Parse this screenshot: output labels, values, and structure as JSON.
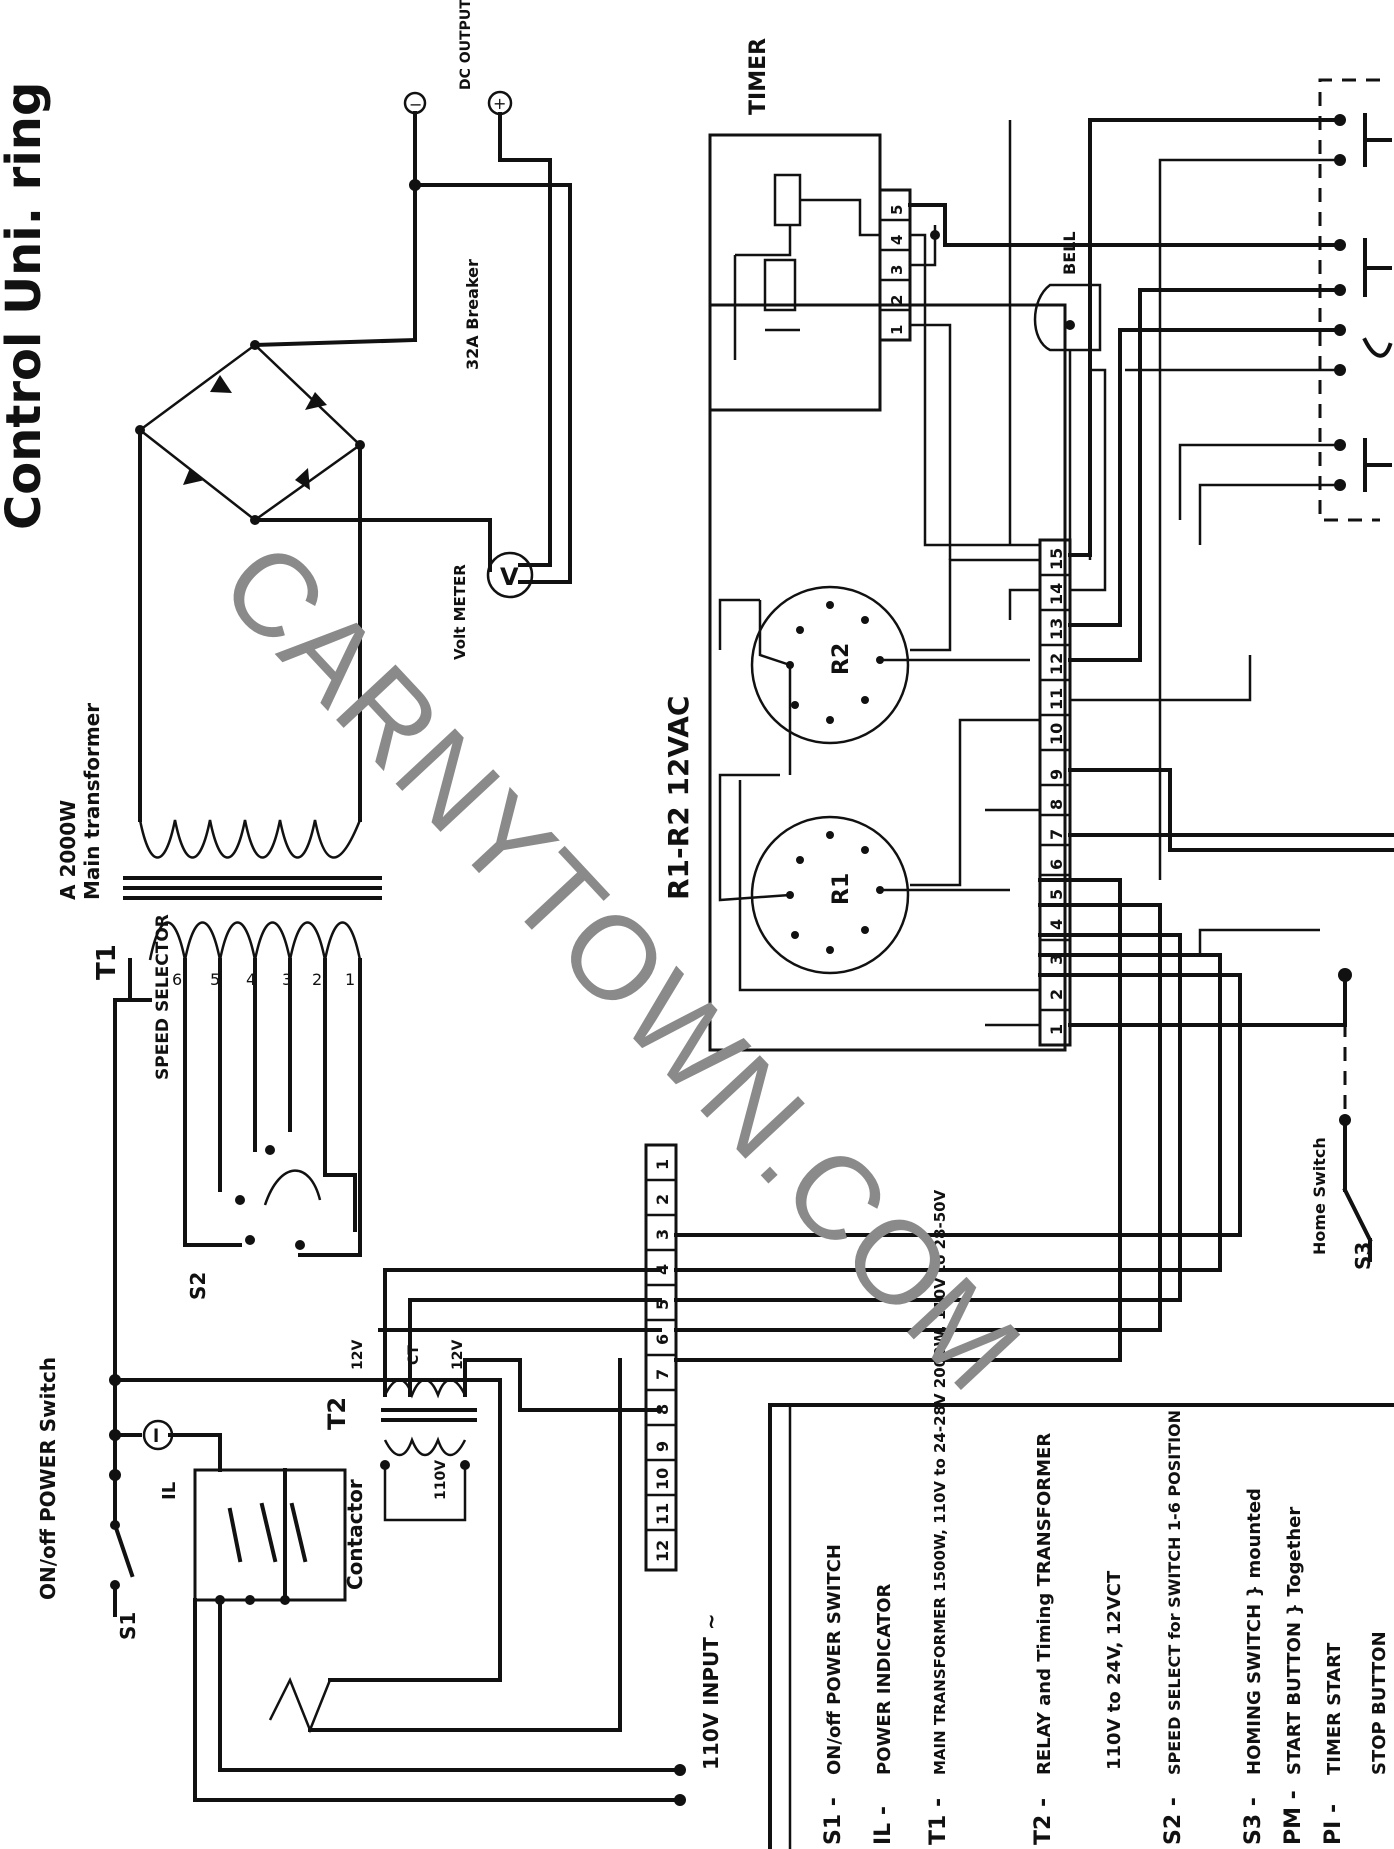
{
  "title": "Control Uni.    ring",
  "watermark": "CARNYTOWN.COM",
  "components": {
    "timer": "TIMER",
    "dc_output": "DC OUTPUT TO TRACK",
    "breaker": "32A Breaker",
    "volt_meter": "Volt METER",
    "volt_symbol": "V",
    "main_transformer_rating": "A 2000W",
    "main_transformer_name": "Main transformer",
    "t1": "T1",
    "relay_section": "R1-R2  12VAC",
    "r1": "R1",
    "r2": "R2",
    "bell": "BELL",
    "speed_selector": "SPEED SELECTOR",
    "s2": "S2",
    "t2": "T2",
    "t2_12v": "12V",
    "t2_ct": "CT",
    "t2_12v_b": "12V",
    "t2_110v": "110V",
    "power_switch": "ON/off POWER Switch",
    "s1": "S1",
    "il": "IL",
    "contactor": "Contactor",
    "input": "110V INPUT ~",
    "home_switch": "Home Switch",
    "s3": "S3",
    "minus_sign": "−",
    "plus_sign": "+"
  },
  "terminal_strip_right": [
    "1",
    "2",
    "3",
    "4",
    "5",
    "6",
    "7",
    "8",
    "9",
    "10",
    "11",
    "12",
    "13",
    "14",
    "15"
  ],
  "terminal_strip_left": [
    "1",
    "2",
    "3",
    "4",
    "5",
    "6",
    "7",
    "8",
    "9",
    "10",
    "11",
    "12"
  ],
  "timer_terminals": [
    "1",
    "2",
    "3",
    "4",
    "5"
  ],
  "transformer_taps": [
    "1",
    "2",
    "3",
    "4",
    "5",
    "6"
  ],
  "legend": [
    {
      "code": "S1 -",
      "text": "ON/off POWER SWITCH"
    },
    {
      "code": "IL -",
      "text": "POWER INDICATOR"
    },
    {
      "code": "T1 -",
      "text": "MAIN TRANSFORMER 1500W, 110V to 24-28V 2000W, 110V to 28-50V"
    },
    {
      "code": "T2 -",
      "text": "RELAY and Timing TRANSFORMER"
    },
    {
      "code": "",
      "text": "110V to 24V, 12VCT"
    },
    {
      "code": "S2 -",
      "text": "SPEED SELECT for SWITCH 1-6 POSITION"
    },
    {
      "code": "S3 -",
      "text": "HOMING SWITCH } mounted"
    },
    {
      "code": "PM -",
      "text": "START BUTTON } Together"
    },
    {
      "code": "PI -",
      "text": "TIMER START"
    },
    {
      "code": "",
      "text": "STOP BUTTON"
    }
  ]
}
